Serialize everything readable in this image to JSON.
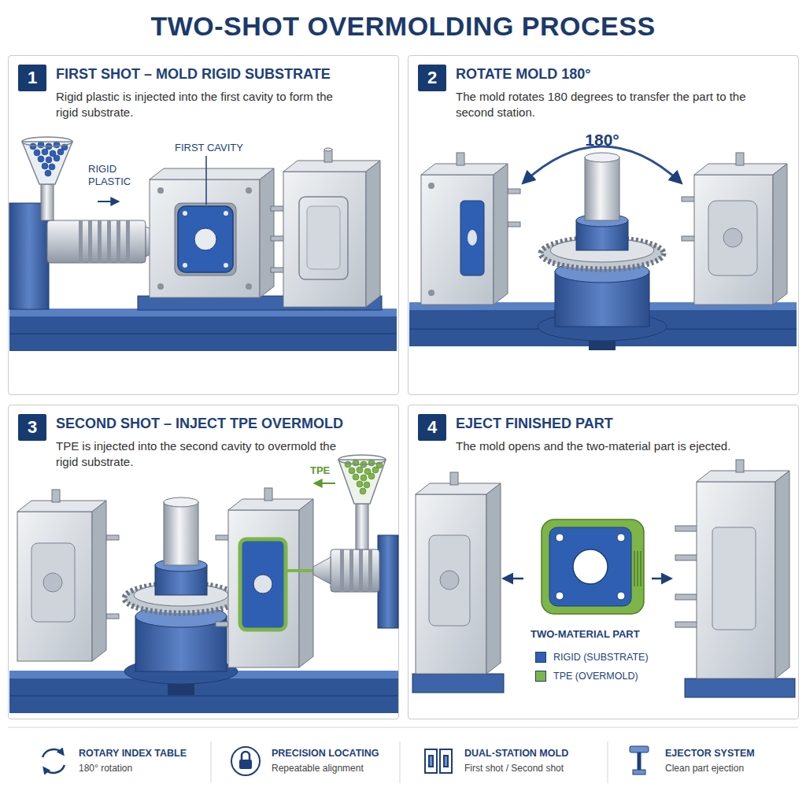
{
  "diagram": {
    "title": "TWO-SHOT OVERMOLDING PROCESS",
    "nodes": [
      {
        "text": [
          "FIRST SHOT – MOLD RIGID SUBSTRATE",
          "Rigid plastic is injected into the first cavity to form the rigid substrate."
        ]
      },
      {
        "text": [
          "1"
        ],
        "in": 0
      },
      {
        "text": [
          "ROTATE MOLD 180°",
          "The mold rotates 180 degrees to transfer the part to the second station."
        ]
      },
      {
        "text": [
          "2"
        ],
        "in": 2
      },
      {
        "text": [
          "SECOND SHOT – INJECT TPE OVERMOLD",
          "TPE is injected into the second cavity to overmold the rigid substrate."
        ]
      },
      {
        "text": [
          "3"
        ],
        "in": 4
      },
      {
        "text": [
          "EJECT FINISHED PART",
          "The mold opens and the two-material part is ejected."
        ]
      },
      {
        "text": [
          "4"
        ],
        "in": 6
      }
    ],
    "labels": [
      "RIGID PLASTIC",
      "FIRST CAVITY",
      "180°",
      "TPE",
      "TWO-MATERIAL PART",
      "ROTARY INDEX TABLE",
      "180° rotation",
      "PRECISION LOCATING",
      "Repeatable alignment",
      "DUAL-STATION MOLD",
      "First shot / Second shot",
      "EJECTOR SYSTEM",
      "Clean part ejection"
    ],
    "legend": [
      {
        "text": "RIGID (SUBSTRATE)",
        "color": "#2f5fb3"
      },
      {
        "text": "TPE (OVERMOLD)",
        "color": "#7db548"
      }
    ]
  }
}
